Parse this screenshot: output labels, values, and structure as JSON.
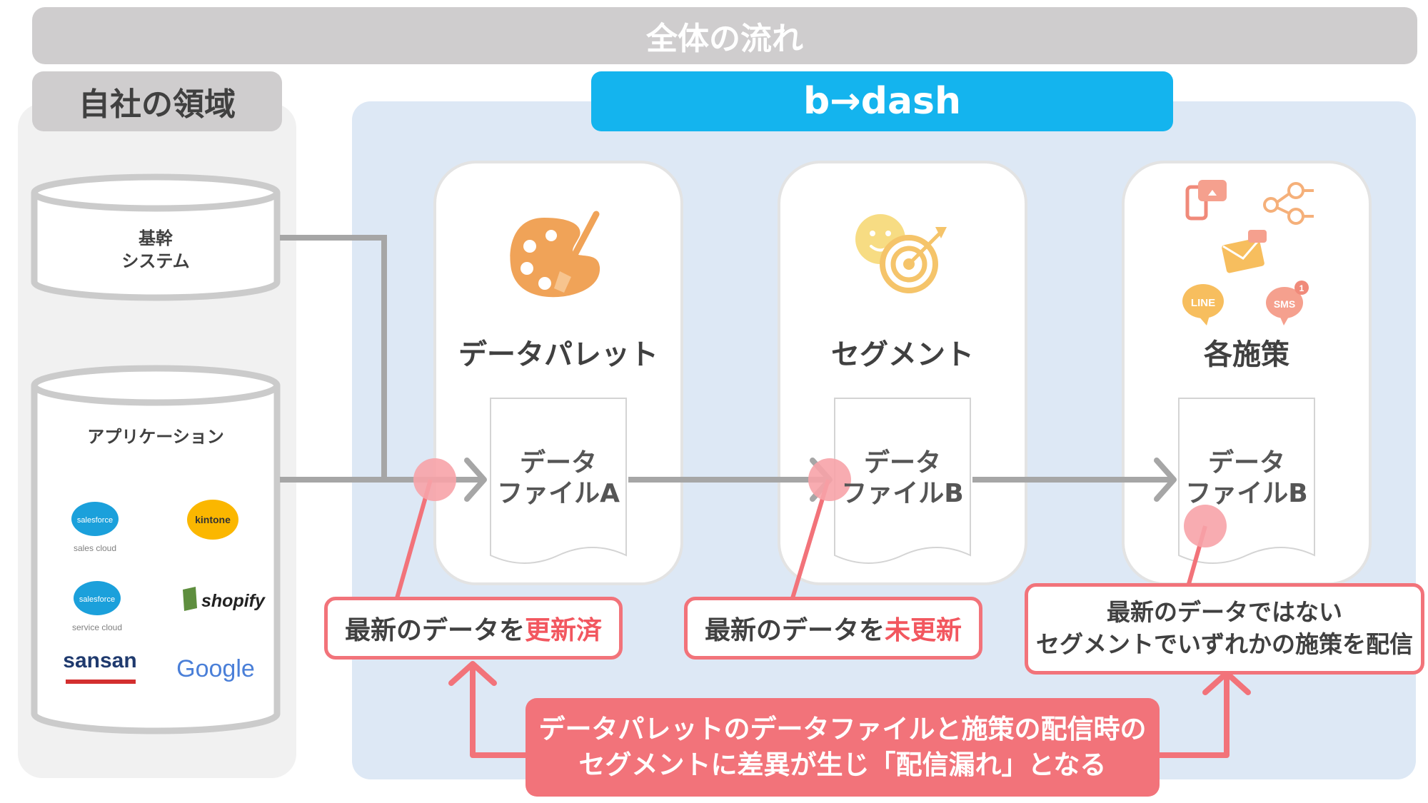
{
  "header": {
    "title": "全体の流れ"
  },
  "own_area": {
    "title": "自社の領域"
  },
  "core_system": {
    "line1": "基幹",
    "line2": "システム"
  },
  "applications": {
    "label": "アプリケーション",
    "logos": [
      {
        "name": "salesforce",
        "caption": "sales cloud"
      },
      {
        "name": "kintone"
      },
      {
        "name": "salesforce",
        "caption": "service cloud"
      },
      {
        "name": "shopify"
      },
      {
        "name": "sansan"
      },
      {
        "name": "Google"
      }
    ]
  },
  "bdash": {
    "title": "b→dash"
  },
  "cards": [
    {
      "title": "データパレット",
      "file_line1": "データ",
      "file_line2": "ファイルA",
      "icon": "palette-icon"
    },
    {
      "title": "セグメント",
      "file_line1": "データ",
      "file_line2": "ファイルB",
      "icon": "target-icon"
    },
    {
      "title": "各施策",
      "file_line1": "データ",
      "file_line2": "ファイルB",
      "icon": "channels-icon"
    }
  ],
  "channel_icons": {
    "line": "LINE",
    "sms": "SMS",
    "badge": "1"
  },
  "callouts": [
    {
      "text": "最新のデータを",
      "highlight": "更新済"
    },
    {
      "text": "最新のデータを",
      "highlight": "未更新"
    },
    {
      "line1": "最新のデータではない",
      "line2": "セグメントでいずれかの施策を配信"
    }
  ],
  "conclusion": {
    "line1": "データパレットのデータファイルと施策の配信時の",
    "line2": "セグメントに差異が生じ「配信漏れ」となる"
  },
  "colors": {
    "accent_blue": "#14b4ee",
    "alert_pink": "#f2737a",
    "gray": "#cfcdce",
    "panel_blue": "#dde8f5"
  }
}
